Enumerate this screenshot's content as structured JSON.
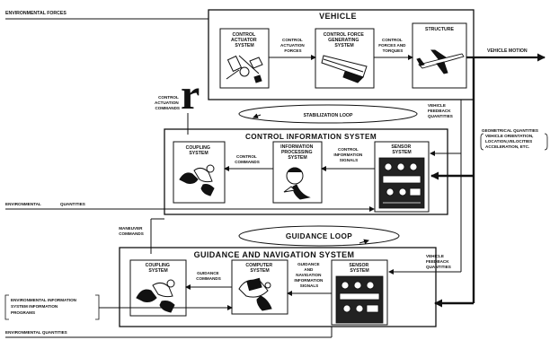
{
  "labels": {
    "env_forces": "ENVIRONMENTAL FORCES",
    "vehicle": "VEHICLE",
    "control_actuator": [
      "CONTROL",
      "ACTUATOR",
      "SYSTEM"
    ],
    "control_actuation_forces": [
      "CONTROL",
      "ACTUATION",
      "FORCES"
    ],
    "control_force_generating": [
      "CONTROL FORCE",
      "GENERATING",
      "SYSTEM"
    ],
    "control_forces_torques": [
      "CONTROL",
      "FORCES AND",
      "TORQUES"
    ],
    "structure": "STRUCTURE",
    "vehicle_motion": "VEHICLE MOTION",
    "big_r": "r",
    "control_actuation_commands": [
      "CONTROL",
      "ACTUATION",
      "COMMANDS"
    ],
    "stabilization_loop": "STABILIZATION LOOP",
    "vehicle_feedback_1": [
      "VEHICLE",
      "FEEDBACK",
      "QUANTITIES"
    ],
    "control_info_system": "CONTROL INFORMATION SYSTEM",
    "coupling_system_1": [
      "COUPLING",
      "SYSTEM"
    ],
    "control_commands": [
      "CONTROL",
      "COMMANDS"
    ],
    "info_processing": [
      "INFORMATION",
      "PROCESSING",
      "SYSTEM"
    ],
    "control_info_signals": [
      "CONTROL",
      "INFORMATION",
      "SIGNALS"
    ],
    "sensor_system_1": [
      "SENSOR",
      "SYSTEM"
    ],
    "geom_quantities": [
      "GEOMETRICAL QUANTITIES",
      "VEHICLE ORIENTATION,",
      "LOCATION,VELOCITIES",
      "ACCELERATION, ETC."
    ],
    "env_quantities_1": [
      "ENVIRONMENTAL",
      "QUANTITIES"
    ],
    "maneuver_commands": [
      "MANEUVER",
      "COMMANDS"
    ],
    "guidance_loop": "GUIDANCE LOOP",
    "vehicle_feedback_2": [
      "VEHICLE",
      "FEEDBACK",
      "QUANTITIES"
    ],
    "guidance_nav_system": "GUIDANCE AND NAVIGATION SYSTEM",
    "coupling_system_2": [
      "COUPLING",
      "SYSTEM"
    ],
    "guidance_commands": [
      "GUIDANCE",
      "COMMANDS"
    ],
    "computer_system": [
      "COMPUTER",
      "SYSTEM"
    ],
    "guidance_nav_info_signals": [
      "GUIDANCE",
      "AND",
      "NAVIGATION",
      "INFORMATION",
      "SIGNALS"
    ],
    "sensor_system_2": [
      "SENSOR",
      "SYSTEM"
    ],
    "env_info_system": [
      "ENVIRONMENTAL INFORMATION",
      "SYSTEM INFORMATION",
      "PROGRAMS"
    ],
    "env_quantities_2": "ENVIRONMENTAL QUANTITIES"
  },
  "icons": [
    "actuator-mechanism-icon",
    "aileron-wing-icon",
    "jet-airplane-icon",
    "hands-coupling-icon",
    "pilot-head-icon",
    "instrument-panel-icon",
    "computer-head-icon"
  ],
  "colors": {
    "ink": "#111111",
    "paper": "#ffffff"
  }
}
